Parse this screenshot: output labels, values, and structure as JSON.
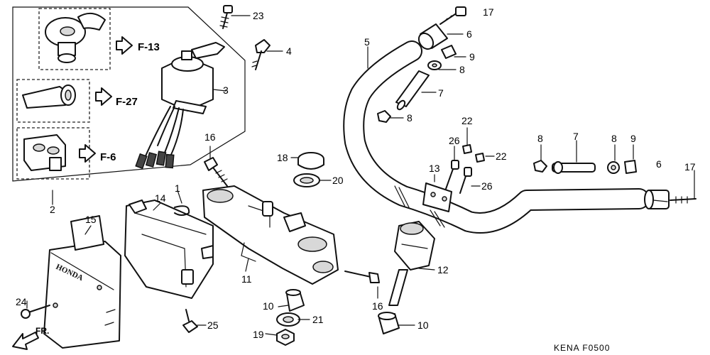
{
  "diagram": {
    "callouts": {
      "c1": "1",
      "c2": "2",
      "c3": "3",
      "c4": "4",
      "c5": "5",
      "c6a": "6",
      "c6b": "6",
      "c7a": "7",
      "c7b": "7",
      "c8a": "8",
      "c8b": "8",
      "c8c": "8",
      "c8d": "8",
      "c9a": "9",
      "c9b": "9",
      "c10a": "10",
      "c10b": "10",
      "c11": "11",
      "c12": "12",
      "c13": "13",
      "c14": "14",
      "c15": "15",
      "c16a": "16",
      "c16b": "16",
      "c17a": "17",
      "c17b": "17",
      "c18": "18",
      "c19": "19",
      "c20": "20",
      "c21": "21",
      "c22a": "22",
      "c22b": "22",
      "c23": "23",
      "c24": "24",
      "c25": "25",
      "c26a": "26",
      "c26b": "26"
    },
    "references": {
      "ref_f13": "F-13",
      "ref_f27": "F-27",
      "ref_f6": "F-6"
    },
    "front_label": "FR.",
    "brand_label": "HONDA",
    "diagram_code": "KENA  F0500"
  }
}
